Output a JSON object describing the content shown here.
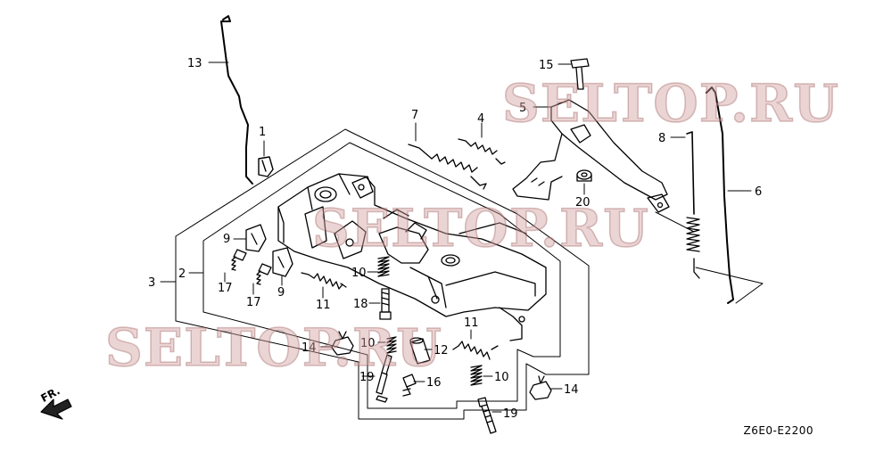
{
  "watermark": "SELTOP.RU",
  "diagram_code": "Z6E0-E2200",
  "front_label": "FR.",
  "callouts": {
    "c1": "1",
    "c2": "2",
    "c3": "3",
    "c4": "4",
    "c5": "5",
    "c6": "6",
    "c7": "7",
    "c8": "8",
    "c9a": "9",
    "c9b": "9",
    "c10a": "10",
    "c10b": "10",
    "c10c": "10",
    "c11a": "11",
    "c11b": "11",
    "c12": "12",
    "c13": "13",
    "c14a": "14",
    "c14b": "14",
    "c15": "15",
    "c16": "16",
    "c17a": "17",
    "c17b": "17",
    "c18": "18",
    "c19a": "19",
    "c19b": "19",
    "c20": "20"
  }
}
